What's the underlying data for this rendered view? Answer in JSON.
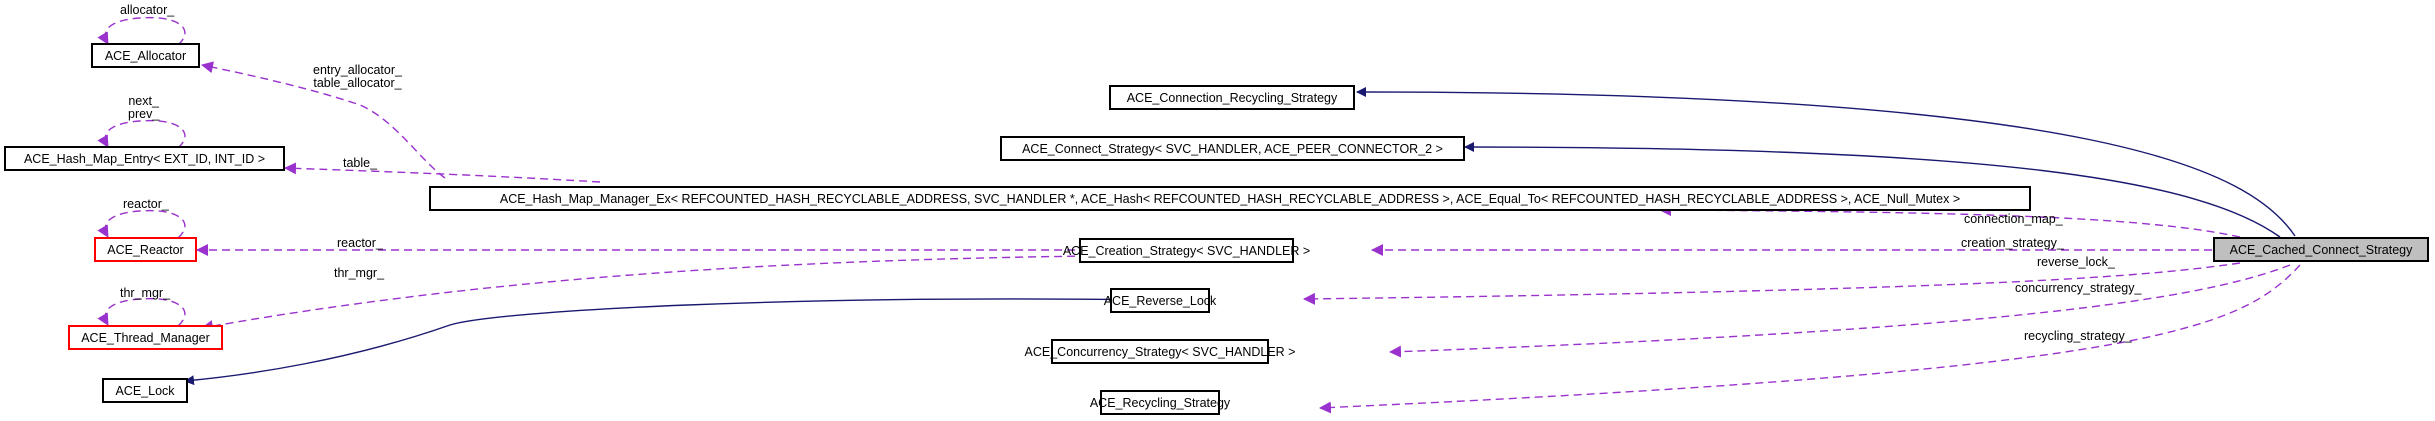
{
  "nodes": {
    "allocator": "ACE_Allocator",
    "hash_map_entry": "ACE_Hash_Map_Entry< EXT_ID, INT_ID >",
    "reactor": "ACE_Reactor",
    "thread_manager": "ACE_Thread_Manager",
    "lock": "ACE_Lock",
    "hash_map_manager": "ACE_Hash_Map_Manager_Ex< REFCOUNTED_HASH_RECYCLABLE_ADDRESS, SVC_HANDLER *, ACE_Hash< REFCOUNTED_HASH_RECYCLABLE_ADDRESS >, ACE_Equal_To< REFCOUNTED_HASH_RECYCLABLE_ADDRESS >, ACE_Null_Mutex >",
    "connection_recycling_strategy": "ACE_Connection_Recycling_Strategy",
    "connect_strategy": "ACE_Connect_Strategy< SVC_HANDLER, ACE_PEER_CONNECTOR_2 >",
    "creation_strategy": "ACE_Creation_Strategy< SVC_HANDLER >",
    "reverse_lock": "ACE_Reverse_Lock",
    "concurrency_strategy": "ACE_Concurrency_Strategy< SVC_HANDLER >",
    "recycling_strategy": "ACE_Recycling_Strategy",
    "cached_connect_strategy": "ACE_Cached_Connect_Strategy"
  },
  "edge_labels": {
    "allocator_self": "allocator_",
    "entry_table_allocator": "entry_allocator_\ntable_allocator_",
    "next_prev": "next_\nprev_",
    "table": "table_",
    "reactor_self": "reactor_",
    "reactor": "reactor_",
    "thr_mgr_self": "thr_mgr_",
    "thr_mgr": "thr_mgr_",
    "connection_map": "connection_map_",
    "creation_strategy": "creation_strategy_",
    "reverse_lock": "reverse_lock_",
    "concurrency_strategy": "concurrency_strategy_",
    "recycling_strategy": "recycling_strategy_"
  },
  "colors": {
    "inheritance_edge": "#191970",
    "usage_edge": "#9a32cd",
    "node_border": "#000000",
    "undocumented_border": "#ff0000",
    "focus_fill": "#bfbfbf"
  }
}
